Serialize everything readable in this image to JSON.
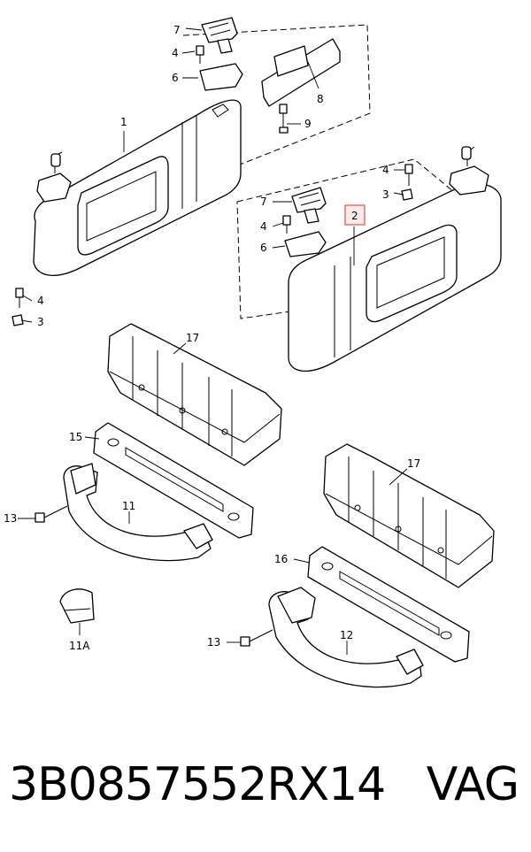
{
  "diagram": {
    "callouts": {
      "c1": "1",
      "c2": "2",
      "c3a": "3",
      "c3b": "3",
      "c4a": "4",
      "c4b": "4",
      "c4c": "4",
      "c4d": "4",
      "c6a": "6",
      "c6b": "6",
      "c7a": "7",
      "c7b": "7",
      "c8": "8",
      "c9": "9",
      "c11": "11",
      "c11a": "11A",
      "c12": "12",
      "c13a": "13",
      "c13b": "13",
      "c15": "15",
      "c16": "16",
      "c17a": "17",
      "c17b": "17"
    },
    "highlight_color": "#e05252"
  },
  "footer": {
    "part_number": "3B0857552RX14",
    "brand": "VAG"
  }
}
